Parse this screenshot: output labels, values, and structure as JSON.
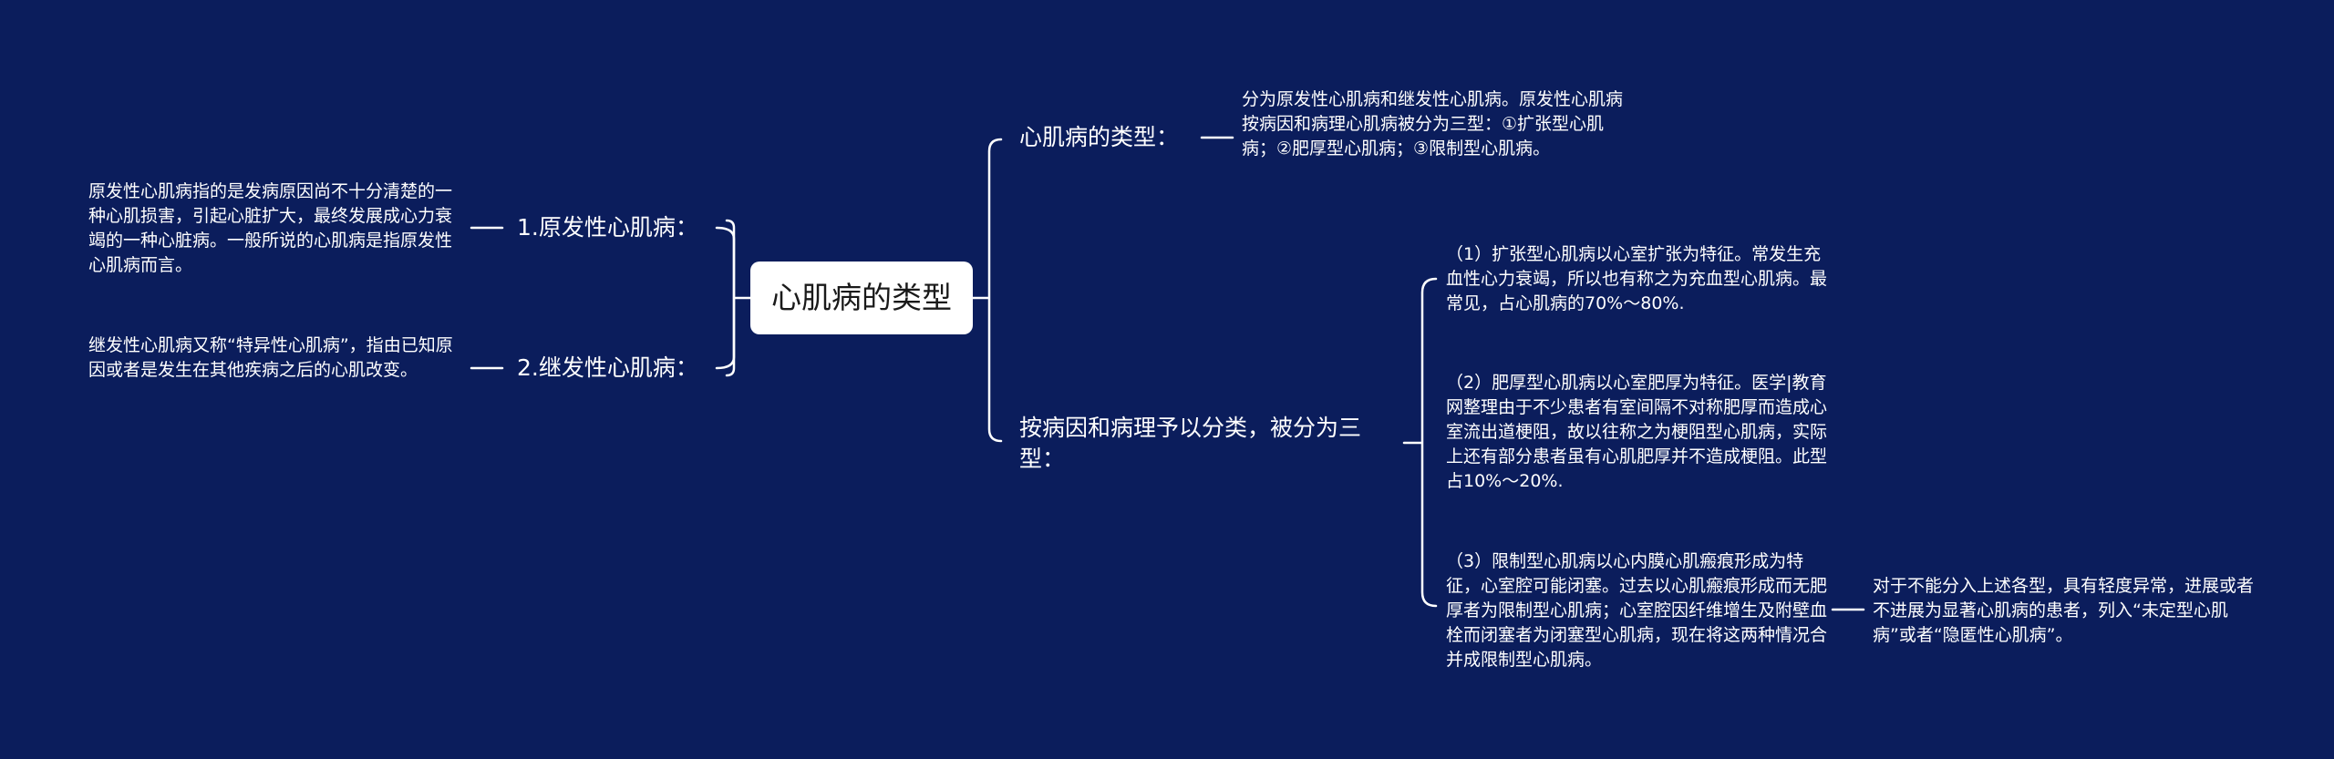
{
  "diagram": {
    "root": "心肌病的类型",
    "left": [
      {
        "label": "1.原发性心肌病：",
        "detail": "原发性心肌病指的是发病原因尚不十分清楚的一种心肌损害，引起心脏扩大，最终发展成心力衰竭的一种心脏病。一般所说的心肌病是指原发性心肌病而言。"
      },
      {
        "label": "2.继发性心肌病：",
        "detail": "继发性心肌病又称“特异性心肌病”，指由已知原因或者是发生在其他疾病之后的心肌改变。"
      }
    ],
    "right": [
      {
        "label": "心肌病的类型：",
        "detail": "分为原发性心肌病和继发性心肌病。原发性心肌病按病因和病理心肌病被分为三型：①扩张型心肌病；②肥厚型心肌病；③限制型心肌病。"
      },
      {
        "label": "按病因和病理予以分类，被分为三型：",
        "children": [
          {
            "text": "（1）扩张型心肌病以心室扩张为特征。常发生充血性心力衰竭，所以也有称之为充血型心肌病。最常见，占心肌病的70%～80%."
          },
          {
            "text": "（2）肥厚型心肌病以心室肥厚为特征。医学|教育网整理由于不少患者有室间隔不对称肥厚而造成心室流出道梗阻，故以往称之为梗阻型心肌病，实际上还有部分患者虽有心肌肥厚并不造成梗阻。此型占10%～20%."
          },
          {
            "text": "（3）限制型心肌病以心内膜心肌瘢痕形成为特征，心室腔可能闭塞。过去以心肌瘢痕形成而无肥厚者为限制型心肌病；心室腔因纤维增生及附壁血栓而闭塞者为闭塞型心肌病，现在将这两种情况合并成限制型心肌病。",
            "detail": "对于不能分入上述各型，具有轻度异常，进展或者不进展为显著心肌病的患者，列入“未定型心肌病”或者“隐匿性心肌病”。"
          }
        ]
      }
    ]
  }
}
